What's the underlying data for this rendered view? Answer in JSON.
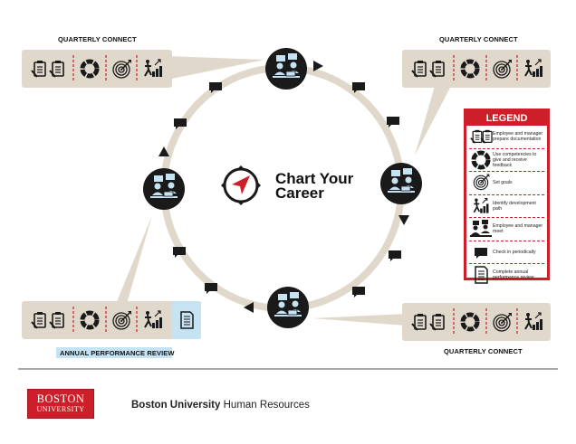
{
  "title": {
    "line1": "Chart Your",
    "line2": "Career"
  },
  "panels": {
    "top_left": {
      "label": "QUARTERLY CONNECT"
    },
    "top_right": {
      "label": "QUARTERLY CONNECT"
    },
    "bottom_right": {
      "label": "QUARTERLY CONNECT"
    },
    "bottom_left": {
      "label": "ANNUAL PERFORMANCE REVIEW"
    }
  },
  "legend": {
    "title": "LEGEND",
    "items": [
      {
        "icon": "clipboards-icon",
        "label": "Employee and manager prepare documentation"
      },
      {
        "icon": "competency-ring-icon",
        "label": "Use competencies to give and receive feedback"
      },
      {
        "icon": "target-icon",
        "label": "Set goals"
      },
      {
        "icon": "development-path-icon",
        "label": "Identify development path"
      },
      {
        "icon": "meeting-icon",
        "label": "Employee and manager meet"
      },
      {
        "icon": "speech-bubble-icon",
        "label": "Check in periodically"
      },
      {
        "icon": "document-icon",
        "label": "Complete annual performance review"
      }
    ]
  },
  "footer": {
    "logo_line1": "BOSTON",
    "logo_line2": "UNIVERSITY",
    "org_bold": "Boston University",
    "org_rest": " Human Resources"
  },
  "colors": {
    "red": "#cc1f2a",
    "beige": "#e0d9cb",
    "blue": "#c5e3f3",
    "dark": "#1a1a1a"
  }
}
